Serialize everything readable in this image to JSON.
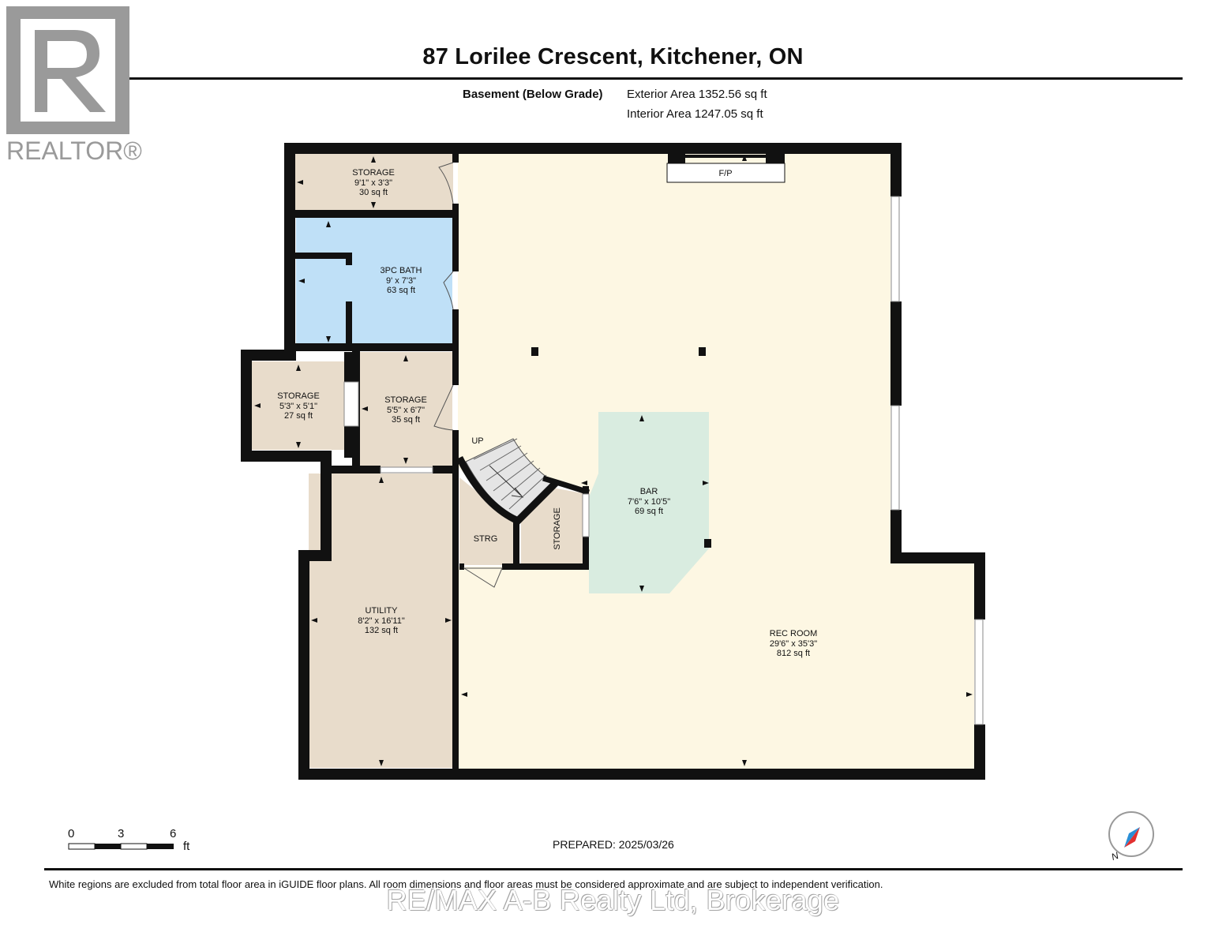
{
  "header": {
    "title": "87 Lorilee Crescent, Kitchener, ON",
    "level_label": "Basement (Below Grade)",
    "exterior_area": "Exterior Area 1352.56 sq ft",
    "interior_area": "Interior Area 1247.05 sq ft"
  },
  "logo": {
    "mark": "R",
    "wordmark": "REALTOR®"
  },
  "rooms": {
    "storage_top": {
      "name": "STORAGE",
      "dims": "9'1\" x 3'3\"",
      "area": "30 sq ft"
    },
    "bath": {
      "name": "3PC BATH",
      "dims": "9' x 7'3\"",
      "area": "63 sq ft"
    },
    "storage_left": {
      "name": "STORAGE",
      "dims": "5'3\" x 5'1\"",
      "area": "27 sq ft"
    },
    "storage_mid": {
      "name": "STORAGE",
      "dims": "5'5\" x 6'7\"",
      "area": "35 sq ft"
    },
    "utility": {
      "name": "UTILITY",
      "dims": "8'2\" x 16'11\"",
      "area": "132 sq ft"
    },
    "bar": {
      "name": "BAR",
      "dims": "7'6\" x 10'5\"",
      "area": "69 sq ft"
    },
    "rec_room": {
      "name": "REC ROOM",
      "dims": "29'6\" x 35'3\"",
      "area": "812 sq ft"
    },
    "strg": {
      "name": "STRG"
    },
    "storage_small": {
      "name": "STORAGE"
    },
    "fireplace": {
      "name": "F/P"
    },
    "stairs": {
      "label": "UP"
    }
  },
  "colors": {
    "wall": "#111111",
    "storage_fill": "#e8dccb",
    "bath_fill": "#bfe0f7",
    "rec_fill": "#fdf7e3",
    "bar_fill": "#d9ece0"
  },
  "scale": {
    "ticks": [
      "0",
      "3",
      "6"
    ],
    "unit": "ft"
  },
  "compass": {
    "label": "N"
  },
  "footer": {
    "prepared": "PREPARED: 2025/03/26",
    "disclaimer": "White regions are excluded from total floor area in iGUIDE floor plans. All room dimensions and floor areas must be considered approximate and are subject to independent verification.",
    "watermark": "RE/MAX A-B Realty Ltd, Brokerage"
  }
}
